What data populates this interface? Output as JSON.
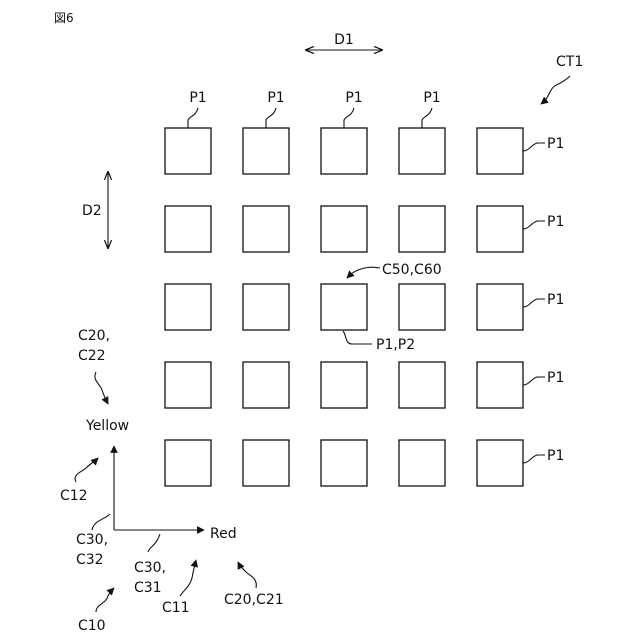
{
  "figure_label": "図6",
  "direction_labels": {
    "d1": "D1",
    "d2": "D2"
  },
  "ct1_label": "CT1",
  "grid": {
    "rows": 5,
    "cols": 5
  },
  "top_pixel_labels": [
    "P1",
    "P1",
    "P1",
    "P1"
  ],
  "right_pixel_labels": [
    "P1",
    "P1",
    "P1",
    "P1",
    "P1"
  ],
  "center_labels": {
    "pointer": "C50,C60",
    "pixel": "P1,P2"
  },
  "axes": {
    "y_axis_label": "Yellow",
    "x_axis_label": "Red",
    "y_top_ref": [
      "C20,",
      "C22"
    ],
    "y_axis_ref": "C12",
    "origin_ref": [
      "C30,",
      "C32"
    ],
    "x_mid_ref": [
      "C30,",
      "C31"
    ],
    "x_axis_ref": "C11",
    "x_end_ref": "C20,C21",
    "origin_bottom_ref": "C10"
  }
}
